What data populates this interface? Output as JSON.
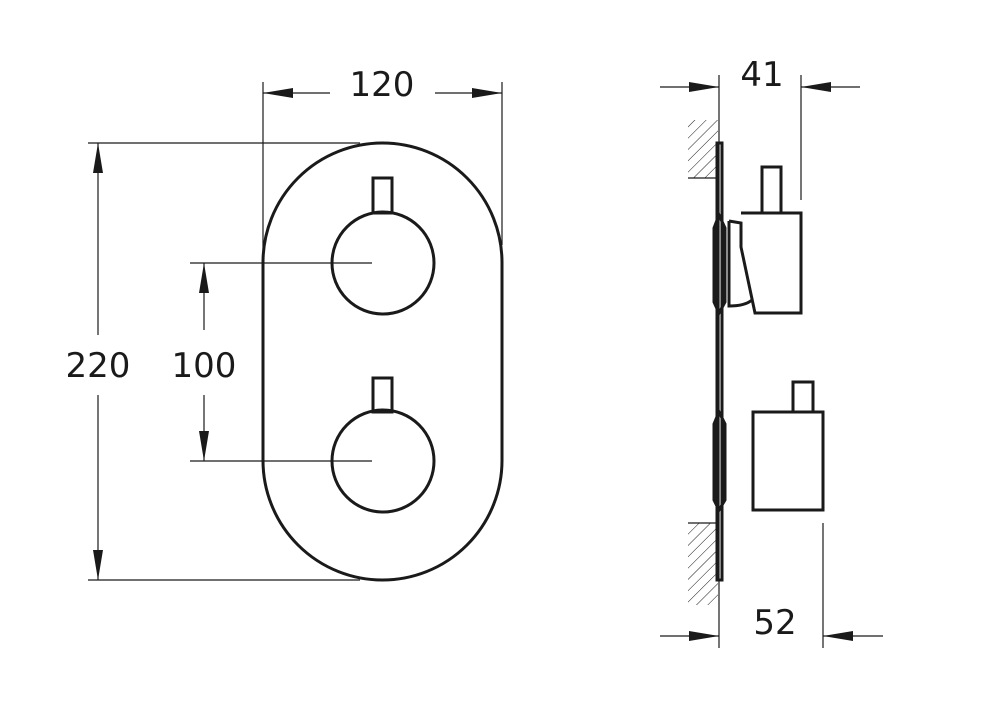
{
  "dimensions": {
    "width": "120",
    "height": "220",
    "knob_spacing": "100",
    "side_depth_top": "41",
    "side_depth_bottom": "52"
  },
  "colors": {
    "line": "#1a1a1a",
    "background": "#ffffff"
  }
}
